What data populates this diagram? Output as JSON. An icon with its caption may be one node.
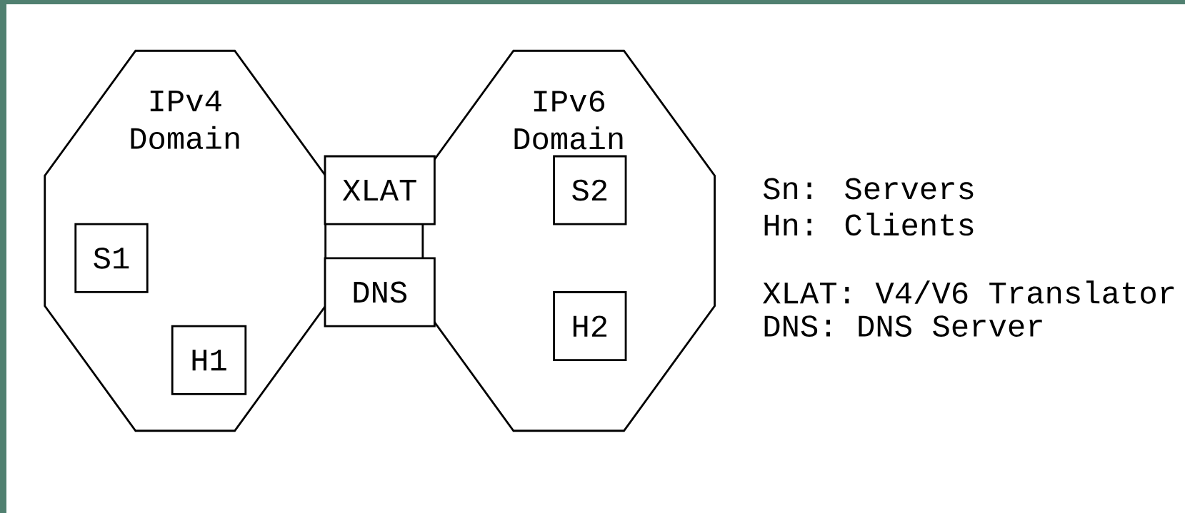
{
  "diagram": {
    "nodes": [
      {
        "text": [
          "IPv4 Domain"
        ]
      },
      {
        "text": [
          "S1"
        ],
        "in": 0
      },
      {
        "text": [
          "H1"
        ],
        "in": 0
      },
      {
        "text": [
          "XLAT"
        ]
      },
      {
        "text": [
          "DNS"
        ]
      },
      {
        "text": [
          "IPv6 Domain"
        ]
      },
      {
        "text": [
          "S2"
        ],
        "in": 5
      },
      {
        "text": [
          "H2"
        ],
        "in": 5
      }
    ],
    "labels": [
      "Sn: Servers",
      "Hn: Clients",
      "XLAT: V4/V6 Translator",
      "DNS: DNS Server"
    ]
  }
}
